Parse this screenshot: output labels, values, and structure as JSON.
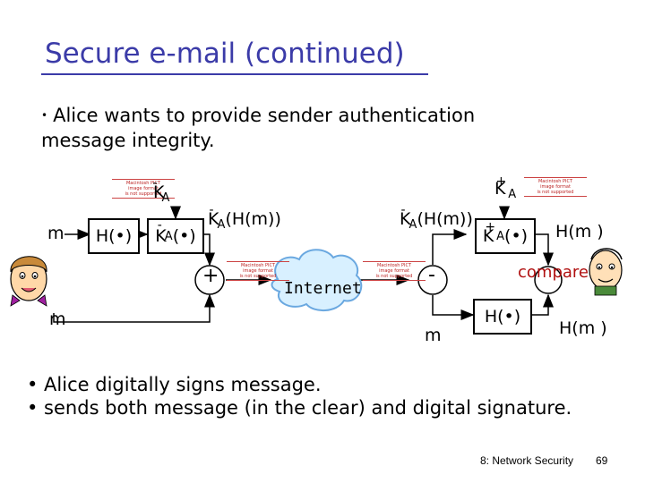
{
  "slide": {
    "title": "Secure e-mail (continued)",
    "intro_bullet": "•",
    "intro_line1": "Alice wants to provide sender authentication",
    "intro_line2": "message integrity.",
    "bullets": [
      "• Alice digitally signs message.",
      "• sends both message (in the clear) and digital signature."
    ],
    "footer": "8: Network Security",
    "page_number": "69"
  },
  "diagram": {
    "m_top": "m",
    "m_bottom_left": "m",
    "m_bottom_right": "m",
    "hash_left": "H(•)",
    "hash_right": "H(•)",
    "k_private_top": "K",
    "k_private_top_sub": "A",
    "k_private_top_sup": "-",
    "k_private_box": "K",
    "k_private_box_sub": "A",
    "k_private_box_sup": "-",
    "k_private_box_tail": "(•)",
    "signed_label_left_k": "K",
    "signed_label_left_sub": "A",
    "signed_label_left_sup": "-",
    "signed_label_left_tail": "(H(m))",
    "signed_label_right_k": "K",
    "signed_label_right_sub": "A",
    "signed_label_right_sup": "-",
    "signed_label_right_tail": "(H(m))",
    "k_public_top": "K",
    "k_public_top_sub": "A",
    "k_public_top_sup": "+",
    "k_public_box": "K",
    "k_public_box_sub": "A",
    "k_public_box_sup": "+",
    "k_public_box_tail": "(•)",
    "plus": "+",
    "minus": "-",
    "internet": "Internet",
    "hm_top": "H(m )",
    "hm_bottom": "H(m )",
    "compare": "compare",
    "pict_line1": "Macintosh PICT",
    "pict_line2": "image format",
    "pict_line3": "is not supported"
  },
  "colors": {
    "title": "#3b3ba8",
    "compare": "#b01010",
    "cloud_fill": "#d8f0ff",
    "cloud_stroke": "#6aa8e0"
  }
}
